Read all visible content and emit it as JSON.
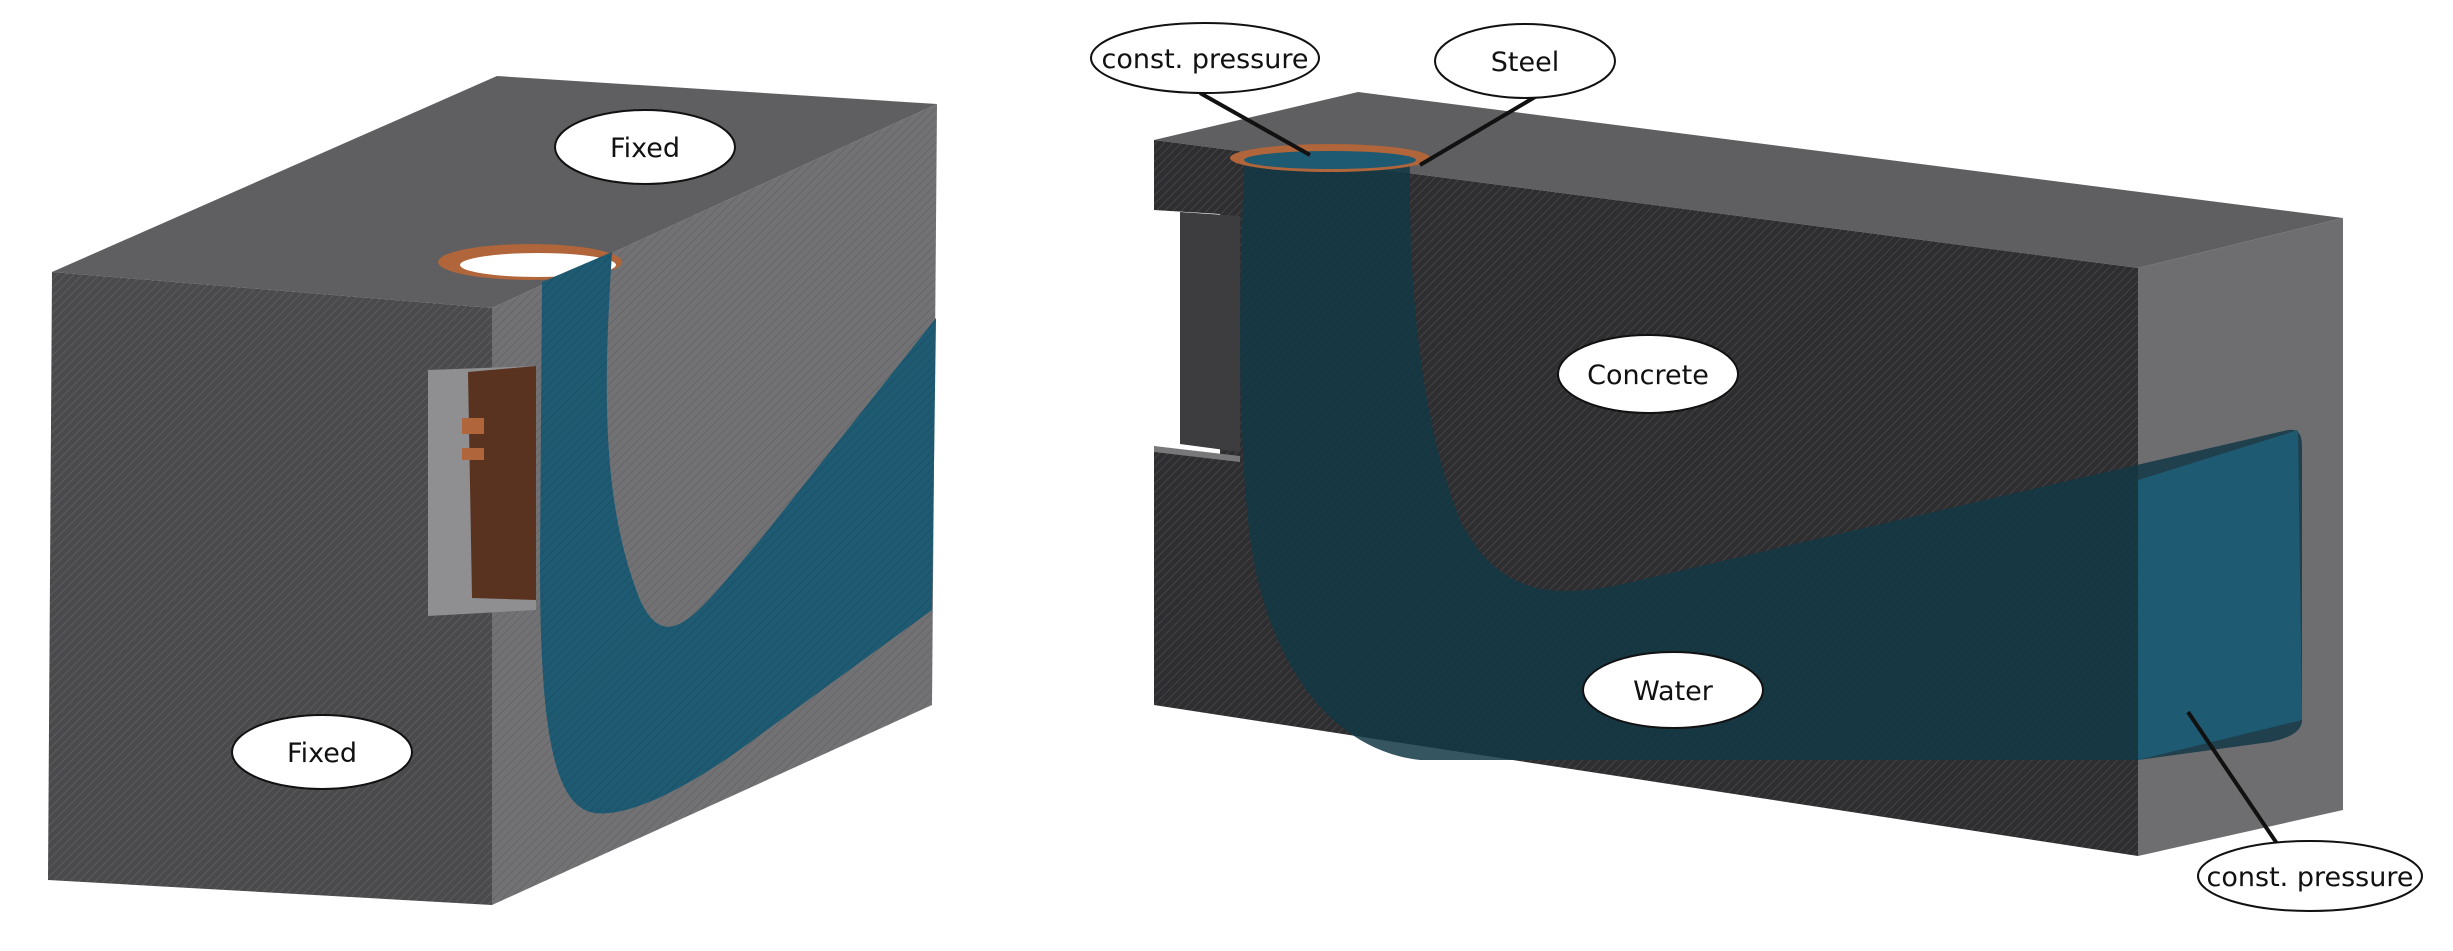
{
  "labels": {
    "fixed_top": "Fixed",
    "fixed_front": "Fixed",
    "const_pressure_top": "const. pressure",
    "steel": "Steel",
    "concrete": "Concrete",
    "water": "Water",
    "const_pressure_outlet": "const. pressure"
  },
  "colors": {
    "concrete_top": "#5f5f62",
    "concrete_front": "#47474a",
    "concrete_cut": "#6e6e70",
    "concrete_dark": "#2e2e31",
    "water": "#1e5a72",
    "water_dark": "#123845",
    "steel": "#b0653a",
    "steel_dark": "#5a3320",
    "label_fill": "#ffffff",
    "label_stroke": "#111111"
  }
}
